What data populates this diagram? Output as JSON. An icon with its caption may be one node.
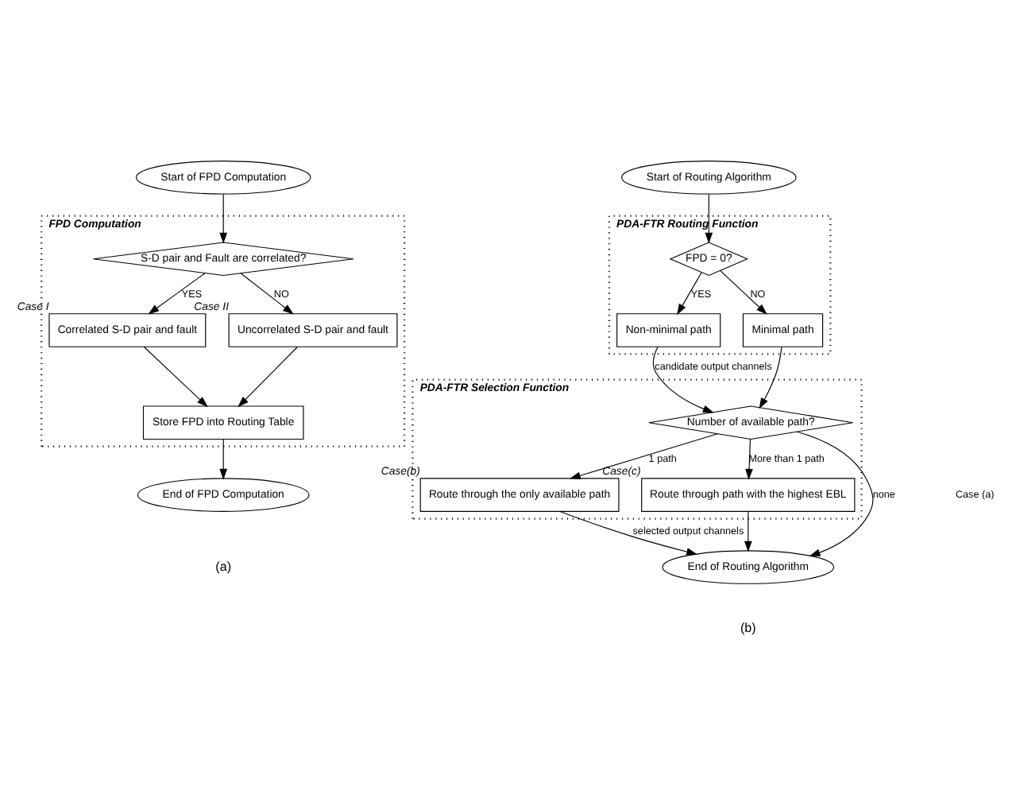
{
  "diagram": {
    "nodes": [
      {
        "text": [
          "Start of FPD Computation"
        ]
      },
      {
        "text": [
          "FPD Computation"
        ]
      },
      {
        "text": [
          "S-D pair and Fault are correlated?"
        ],
        "in": 1
      },
      {
        "text": [
          "Correlated S-D pair and fault"
        ],
        "in": 1,
        "beside": [
          "Case I"
        ]
      },
      {
        "text": [
          "Uncorrelated S-D pair and fault"
        ],
        "in": 1,
        "beside": [
          "Case II"
        ]
      },
      {
        "text": [
          "Store FPD into Routing Table"
        ],
        "in": 1
      },
      {
        "text": [
          "End of FPD Computation"
        ]
      },
      {
        "text": [
          "Start of Routing Algorithm"
        ]
      },
      {
        "text": [
          "PDA-FTR Routing Function"
        ]
      },
      {
        "text": [
          "FPD = 0?"
        ],
        "in": 8
      },
      {
        "text": [
          "Non-minimal path"
        ],
        "in": 8
      },
      {
        "text": [
          "Minimal path"
        ],
        "in": 8
      },
      {
        "text": [
          "PDA-FTR Selection Function"
        ]
      },
      {
        "text": [
          "Number of available path?"
        ],
        "in": 12
      },
      {
        "text": [
          "Route through the only available path"
        ],
        "in": 12,
        "beside": [
          "Case(b)"
        ]
      },
      {
        "text": [
          "Route through path with the highest EBL"
        ],
        "in": 12,
        "beside": [
          "Case(c)"
        ]
      },
      {
        "text": [
          "End of Routing Algorithm"
        ]
      }
    ],
    "edges": [
      {
        "from": 0,
        "to": 2,
        "arrow": "to"
      },
      {
        "from": 2,
        "to": 3,
        "arrow": "to",
        "label": "YES"
      },
      {
        "from": 2,
        "to": 4,
        "arrow": "to",
        "label": "NO"
      },
      {
        "from": 3,
        "to": 5,
        "arrow": "to"
      },
      {
        "from": 4,
        "to": 5,
        "arrow": "to"
      },
      {
        "from": 5,
        "to": 6,
        "arrow": "to"
      },
      {
        "from": 7,
        "to": 9,
        "arrow": "to"
      },
      {
        "from": 9,
        "to": 10,
        "arrow": "to",
        "label": "YES"
      },
      {
        "from": 9,
        "to": 11,
        "arrow": "to",
        "label": "NO"
      },
      {
        "from": 10,
        "to": 13,
        "arrow": "to",
        "label": "candidate output channels"
      },
      {
        "from": 11,
        "to": 13,
        "arrow": "to"
      },
      {
        "from": 13,
        "to": 14,
        "arrow": "to",
        "label": "1 path"
      },
      {
        "from": 13,
        "to": 16,
        "arrow": "to",
        "label": "none"
      },
      {
        "from": 13,
        "to": 15,
        "arrow": "to",
        "label": "More than 1 path"
      },
      {
        "from": 14,
        "to": 16,
        "arrow": "to",
        "label": "selected output channels"
      },
      {
        "from": 15,
        "to": 16,
        "arrow": "to"
      }
    ],
    "labels": [
      "Case (a)",
      "(a)",
      "(b)"
    ]
  }
}
